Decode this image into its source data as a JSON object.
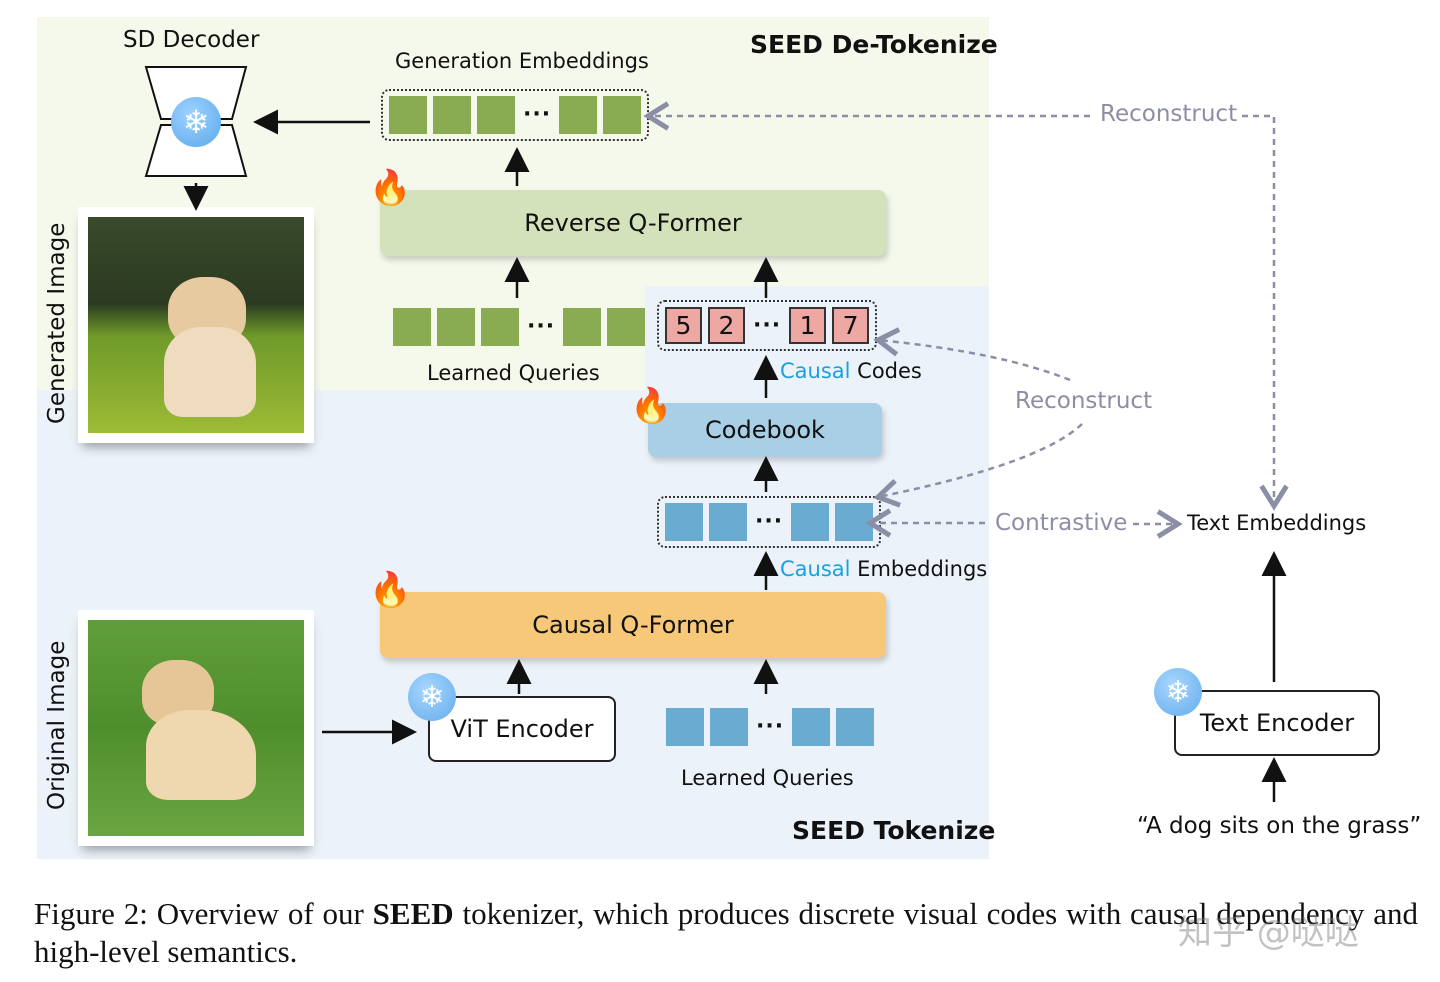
{
  "figure": {
    "sections": {
      "detokenize_title": "SEED De-Tokenize",
      "tokenize_title": "SEED Tokenize"
    },
    "decoder": {
      "label": "SD Decoder",
      "state": "frozen"
    },
    "generation_embeddings": {
      "label": "Generation Embeddings",
      "token_count_shown": 5
    },
    "reverse_qformer": {
      "label": "Reverse Q-Former",
      "state": "trainable"
    },
    "learned_queries_top": {
      "label": "Learned Queries"
    },
    "causal_codes": {
      "label_prefix": "Causal",
      "label_suffix": " Codes",
      "codes": [
        "5",
        "2",
        "1",
        "7"
      ]
    },
    "codebook": {
      "label": "Codebook",
      "state": "trainable"
    },
    "causal_embeddings": {
      "label_prefix": "Causal",
      "label_suffix": " Embeddings"
    },
    "causal_qformer": {
      "label": "Causal Q-Former",
      "state": "trainable"
    },
    "vit_encoder": {
      "label": "ViT Encoder",
      "state": "frozen"
    },
    "learned_queries_bottom": {
      "label": "Learned Queries"
    },
    "images": {
      "generated_label": "Generated Image",
      "original_label": "Original Image"
    },
    "losses": {
      "reconstruct_top": "Reconstruct",
      "reconstruct_mid": "Reconstruct",
      "contrastive": "Contrastive"
    },
    "text_embeddings": {
      "label": "Text Embeddings"
    },
    "text_encoder": {
      "label": "Text Encoder",
      "state": "frozen"
    },
    "text_input": "“A dog sits on the grass”",
    "dots": "···"
  },
  "caption": {
    "prefix": "Figure 2:  Overview of our ",
    "bold": "SEED",
    "suffix": " tokenizer, which produces discrete visual codes with causal dependency and high-level semantics."
  },
  "watermark": "知乎 @哒哒",
  "colors": {
    "top_region": "#f5f9ec",
    "bottom_region": "#ebf2f9",
    "green_token": "#89ab52",
    "blue_token": "#6aabd2",
    "code_token": "#eea8a4",
    "reverse_qformer": "#d4e2bb",
    "causal_qformer": "#f6c878",
    "codebook": "#a9cfe6",
    "loss_text": "#8c8ea6",
    "causal_word": "#1aa0e0"
  }
}
